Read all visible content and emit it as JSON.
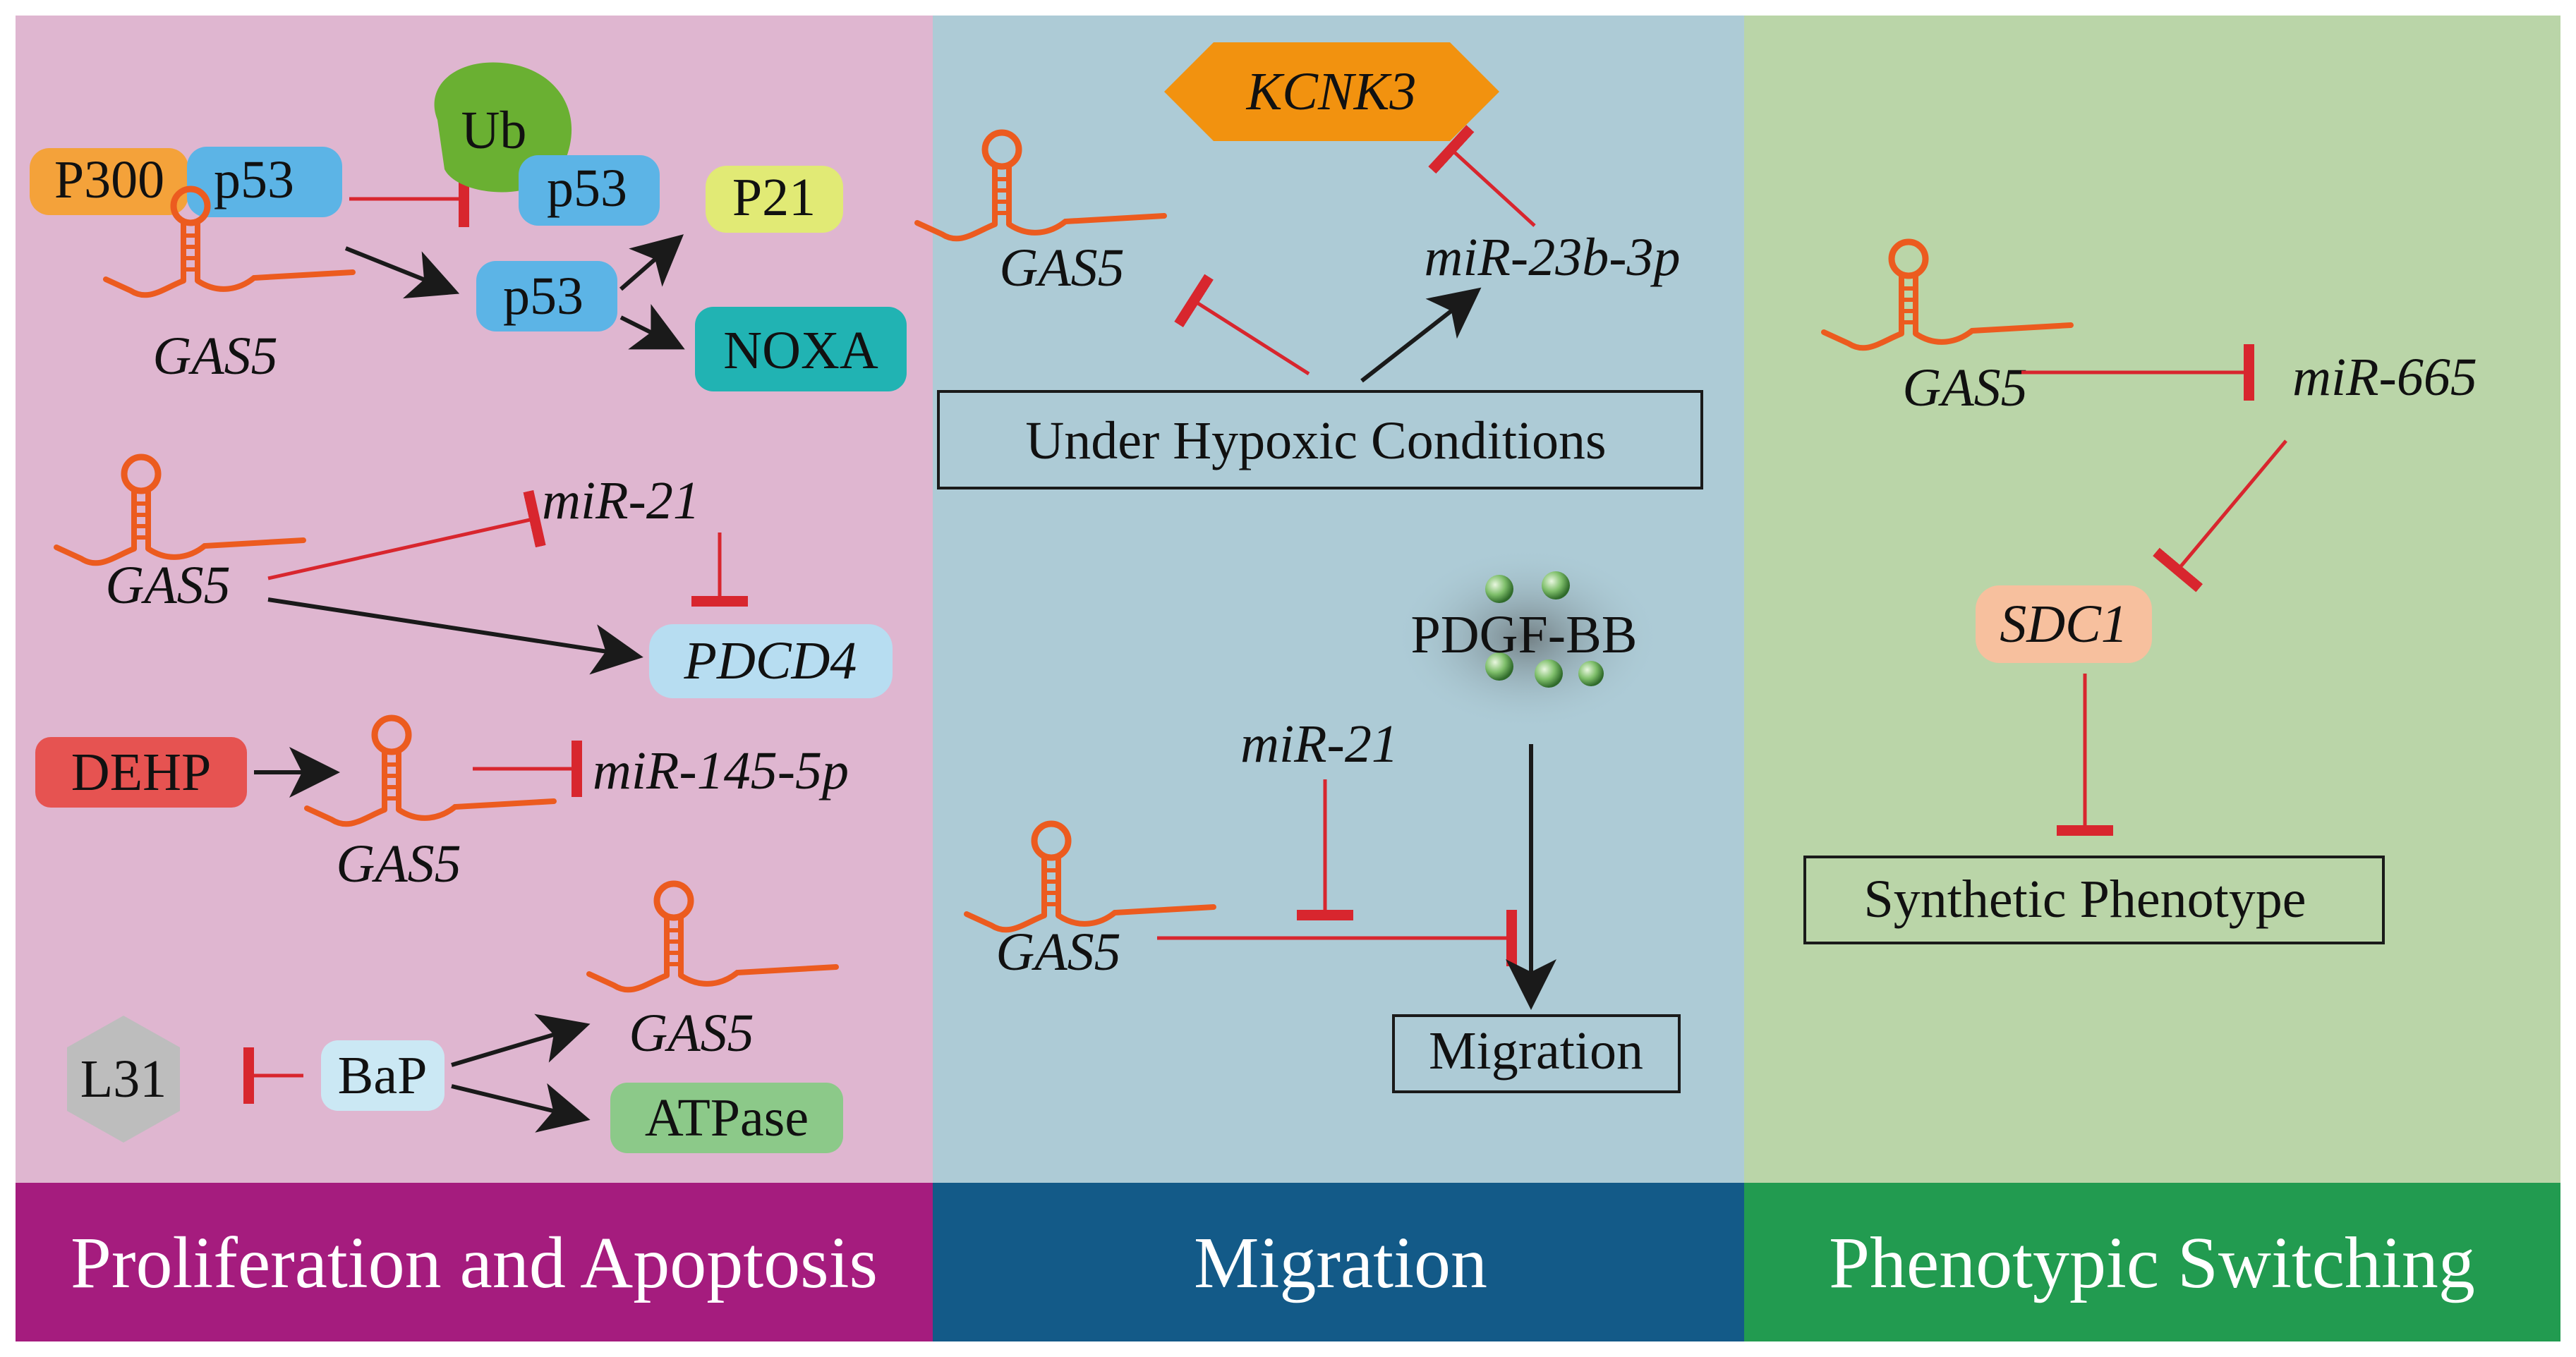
{
  "panels": [
    {
      "title": "Proliferation and Apoptosis",
      "bg": "#dfb6d0",
      "footer_color": "#a51c7e"
    },
    {
      "title": "Migration",
      "bg": "#adcbd6",
      "footer_color": "#135a88"
    },
    {
      "title": "Phenotypic Switching",
      "bg": "#bad5a8",
      "footer_color": "#229b50"
    }
  ],
  "left": {
    "p300": "P300",
    "p53": "p53",
    "ub": "Ub",
    "p21": "P21",
    "noxa": "NOXA",
    "gas5": "GAS5",
    "mir21": "miR-21",
    "pdcd4": "PDCD4",
    "dehp": "DEHP",
    "mir145": "miR-145-5p",
    "l31": "L31",
    "bap": "BaP",
    "atpase": "ATPase"
  },
  "middle": {
    "kcnk3": "KCNK3",
    "mir23b": "miR-23b-3p",
    "gas5": "GAS5",
    "hypoxic": "Under Hypoxic Conditions",
    "pdgf": "PDGF-BB",
    "mir21": "miR-21",
    "migration": "Migration"
  },
  "right": {
    "gas5": "GAS5",
    "mir665": "miR-665",
    "sdc1": "SDC1",
    "synthetic": "Synthetic Phenotype"
  },
  "colors": {
    "rna": "#ec5b1f",
    "inhibit": "#d8262e",
    "activate": "#1a1a1a",
    "p300": "#f4a23a",
    "p53": "#5cb4e6",
    "ub": "#6ab032",
    "p21": "#e1ea75",
    "noxa": "#21b3b3",
    "pdcd4": "#b7ddf1",
    "dehp": "#e65351",
    "l31": "#bdbdbd",
    "bap": "#cbe8f4",
    "atpase": "#8cc989",
    "kcnk3": "#f2920f",
    "sdc1": "#f7c09e"
  },
  "icons": [
    "rna-hairpin-icon",
    "pdgf-particles-icon"
  ]
}
